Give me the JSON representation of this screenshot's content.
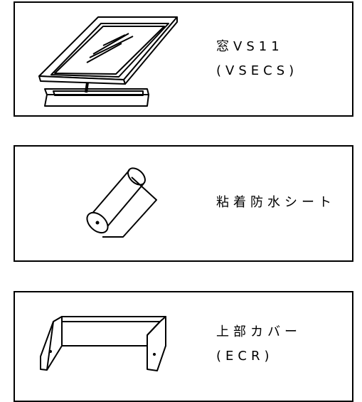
{
  "items": [
    {
      "line1": "窓VS11",
      "line2": "(VSECS)"
    },
    {
      "line1": "粘着防水シート",
      "line2": ""
    },
    {
      "line1": "上部カバー",
      "line2": "(ECR)"
    }
  ]
}
